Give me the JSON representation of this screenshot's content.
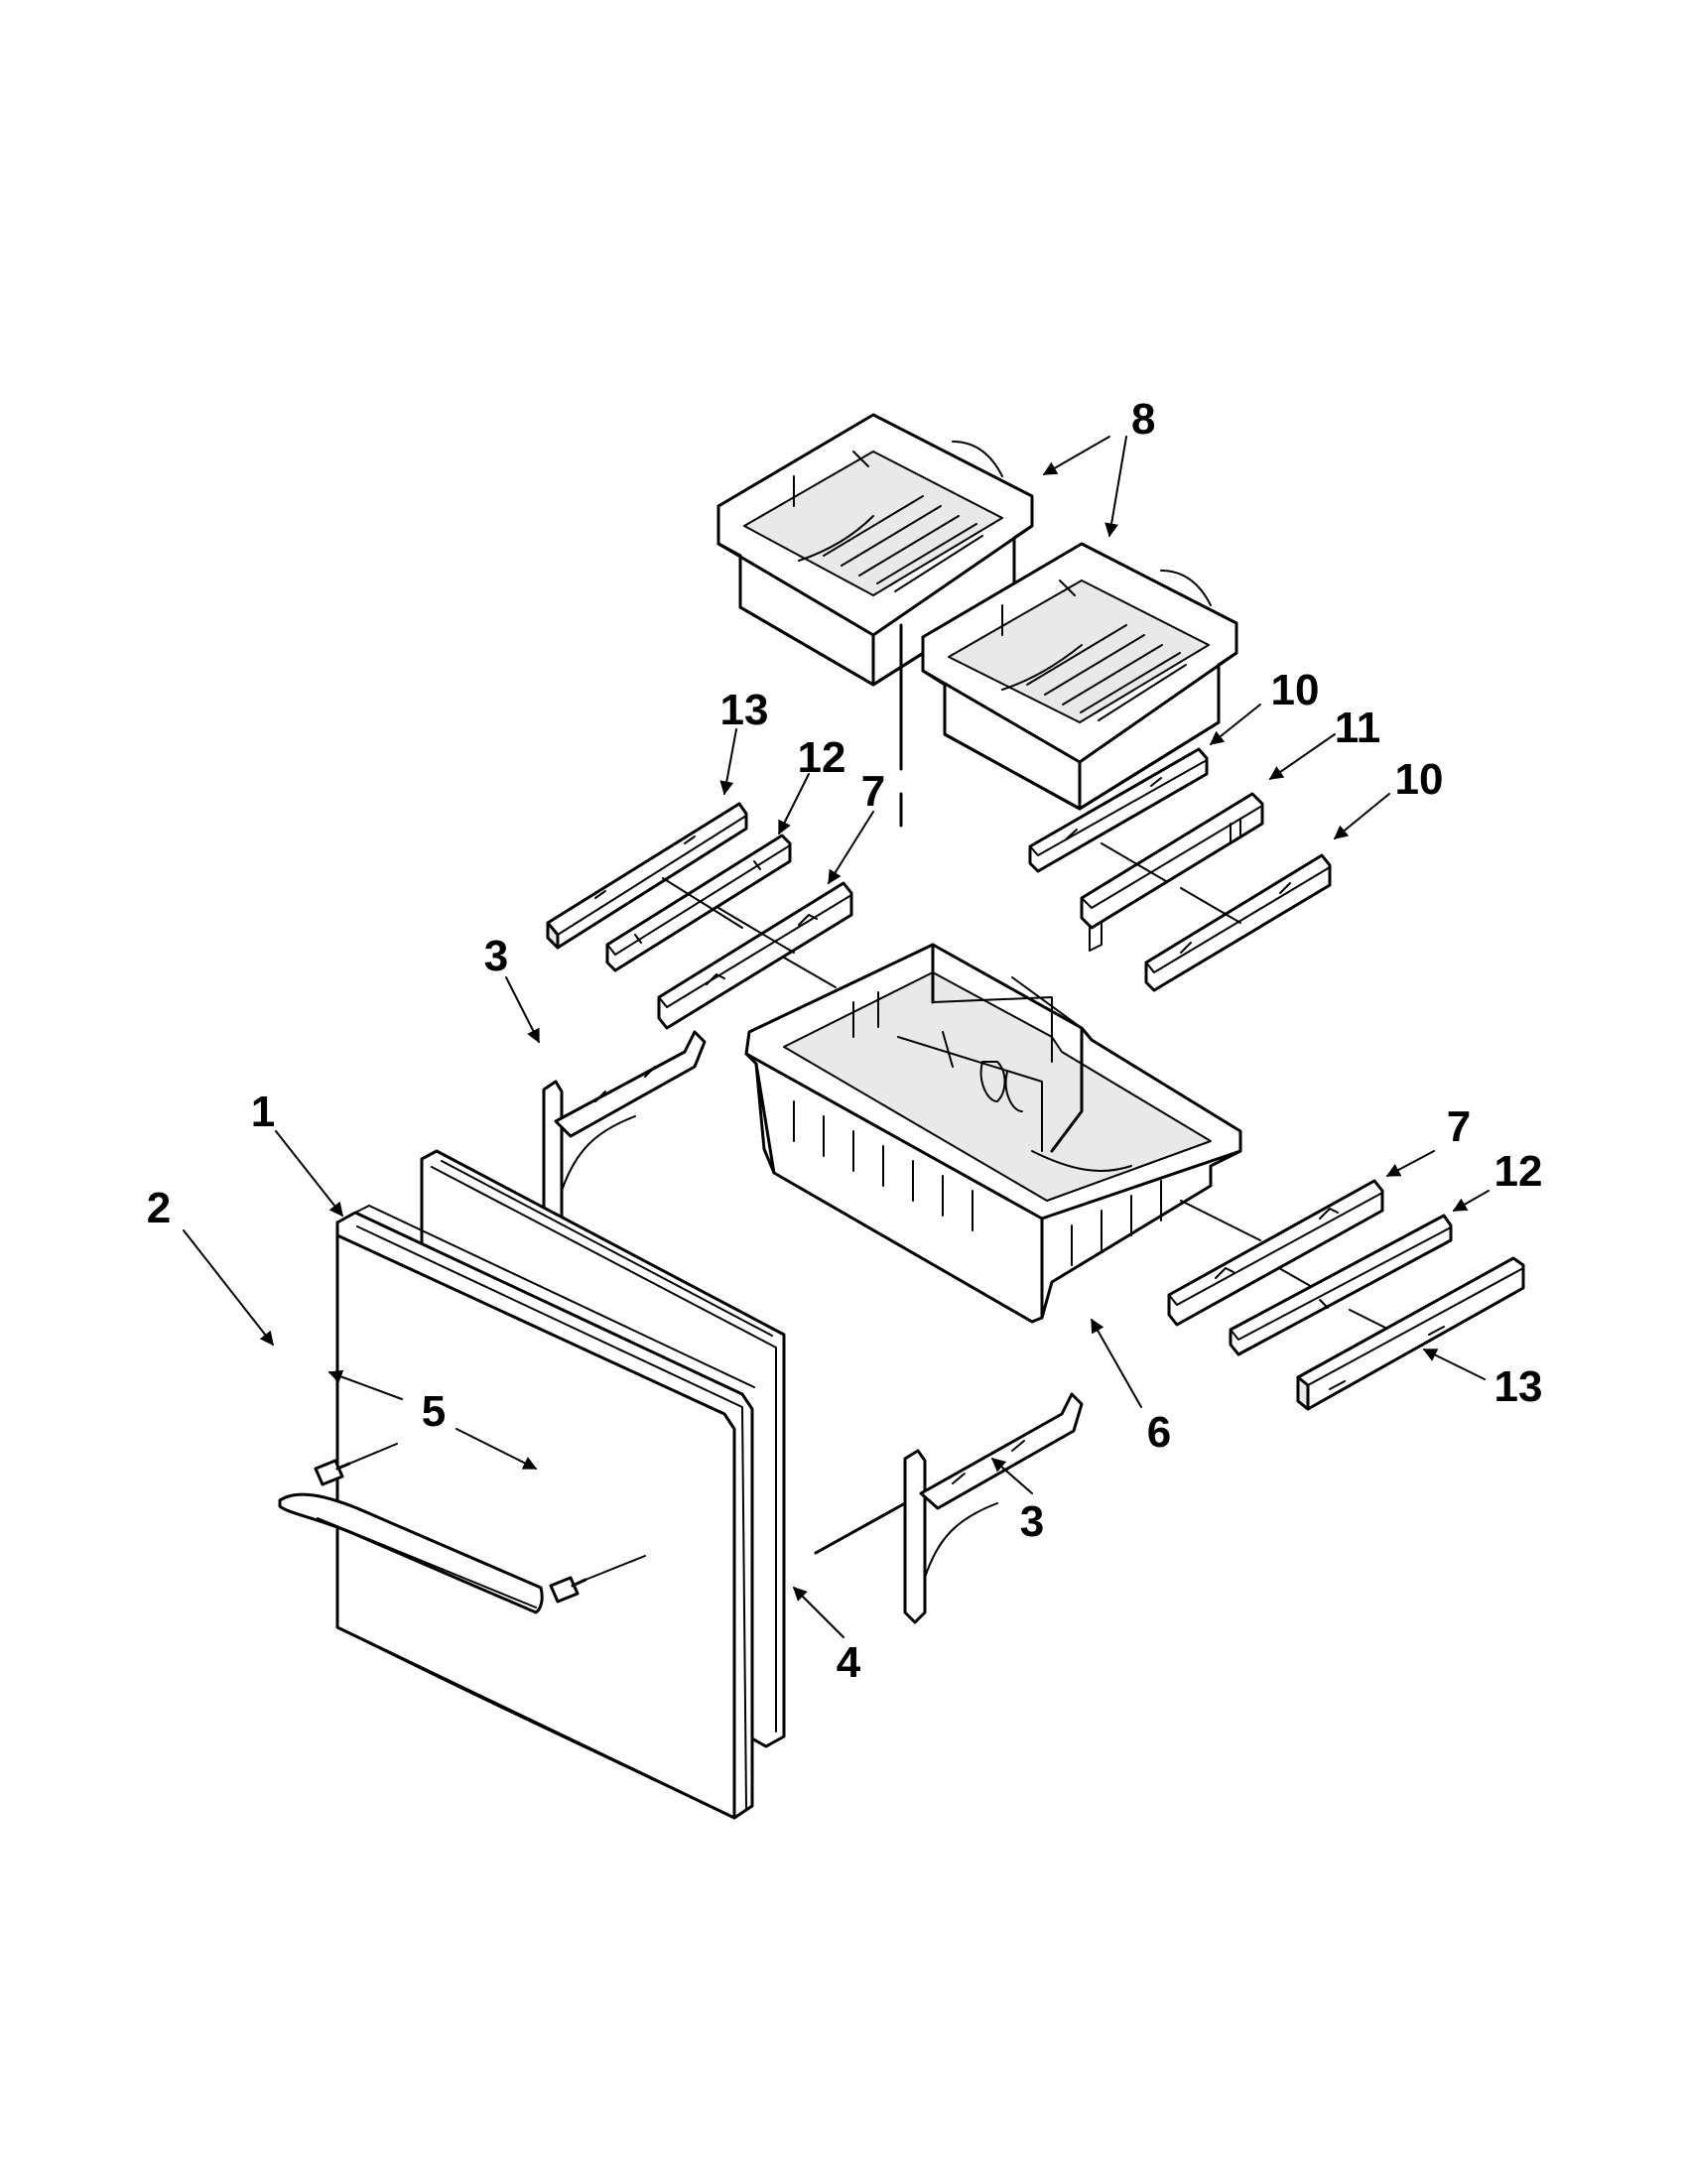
{
  "callouts": {
    "c1": "1",
    "c2": "2",
    "c3a": "3",
    "c3b": "3",
    "c4": "4",
    "c5": "5",
    "c6": "6",
    "c7a": "7",
    "c7b": "7",
    "c8": "8",
    "c10a": "10",
    "c10b": "10",
    "c11": "11",
    "c12a": "12",
    "c12b": "12",
    "c13a": "13",
    "c13b": "13"
  },
  "colors": {
    "line": "#000000",
    "paper": "#ffffff",
    "shade": "#e9e9e9"
  }
}
